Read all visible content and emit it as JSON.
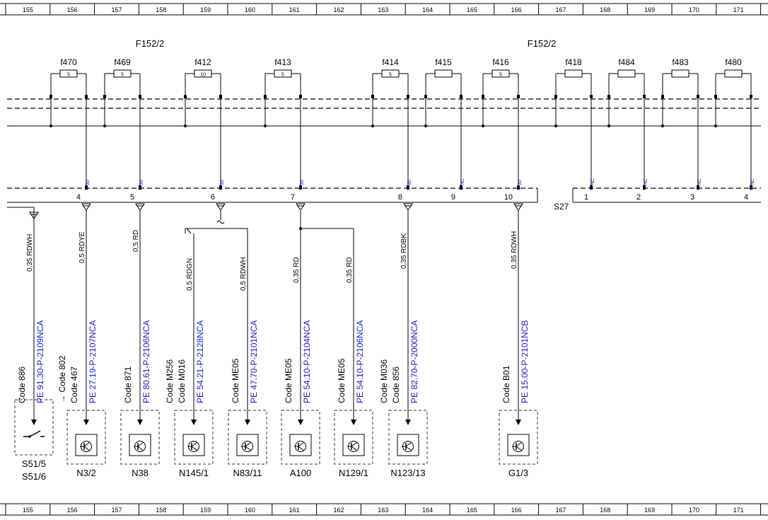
{
  "grid_columns": [
    "155",
    "156",
    "157",
    "158",
    "159",
    "160",
    "161",
    "162",
    "163",
    "164",
    "165",
    "166",
    "167",
    "168",
    "169",
    "170",
    "171"
  ],
  "fuse_block_labels": [
    "F152/2",
    "F152/2"
  ],
  "fuses": [
    {
      "name": "f470",
      "rating": "5",
      "term": "30"
    },
    {
      "name": "f469",
      "rating": "5",
      "term": "30"
    },
    {
      "name": "f412",
      "rating": "10",
      "term": "30"
    },
    {
      "name": "f413",
      "rating": "5",
      "term": "30"
    },
    {
      "name": "f414",
      "rating": "5",
      "term": "30"
    },
    {
      "name": "f415",
      "rating": "",
      "term": "NC"
    },
    {
      "name": "f416",
      "rating": "5",
      "term": "30"
    },
    {
      "name": "f418",
      "rating": "",
      "term": "NC"
    },
    {
      "name": "f484",
      "rating": "",
      "term": "NC"
    },
    {
      "name": "f483",
      "rating": "",
      "term": "NC"
    },
    {
      "name": "f480",
      "rating": "",
      "term": "NC"
    }
  ],
  "pins_left": [
    "4",
    "5",
    "6",
    "7",
    "8",
    "9",
    "10"
  ],
  "connector_s27": {
    "label": "S27",
    "pins": [
      "1",
      "2",
      "3",
      "4"
    ]
  },
  "wire_labels": [
    "0,35 RDWH",
    "0,5 RDYE",
    "0,5 RD",
    "0,5 RDGN",
    "0,5 RDWH",
    "0,35 RD",
    "0,35 RD",
    "0,35 RDBK",
    "0,35 RDWH"
  ],
  "pe_codes": [
    "PE 91.30-P-2109NCA",
    "PE 27.19-P-2107NCA",
    "PE 80.61-P-2106NCA",
    "PE 54.21-P-2128NCA",
    "PE 47.70-P-2101NCA",
    "PE 54.10-P-2104NCA",
    "PE 54.10-P-2106NCA",
    "PE 82.70-P-2000NCA",
    "PE 15.00-P-2101NCB"
  ],
  "codes": [
    [
      "Code 886"
    ],
    [
      "→ Code 802",
      "Code 467"
    ],
    [
      "Code 871"
    ],
    [
      "Code M256",
      "Code M016"
    ],
    [
      "Code ME05"
    ],
    [
      "Code ME05"
    ],
    [
      "Code ME05"
    ],
    [
      "Code M036",
      "Code 856"
    ],
    [
      "Code B01"
    ]
  ],
  "components": [
    [
      "S51/5",
      "S51/6"
    ],
    [
      "N3/2"
    ],
    [
      "N38"
    ],
    [
      "N145/1"
    ],
    [
      "N83/11"
    ],
    [
      "A100"
    ],
    [
      "N129/1"
    ],
    [
      "N123/13"
    ],
    [
      "G1/3"
    ]
  ]
}
